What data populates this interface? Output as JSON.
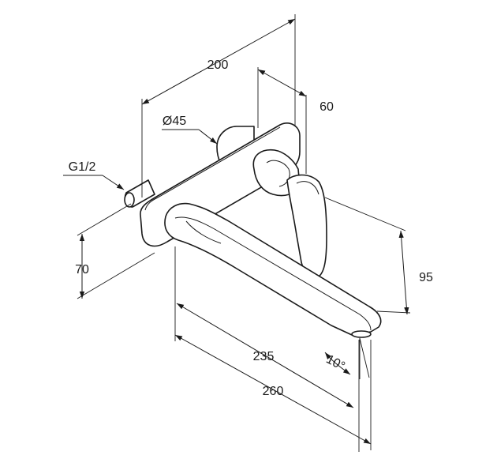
{
  "dimensions": {
    "width_overall": "200",
    "depth_plate": "60",
    "diameter": "Ø45",
    "thread": "G1/2",
    "height_left": "70",
    "height_right": "95",
    "spout_reach": "235",
    "total_reach": "260",
    "spout_angle": "10°"
  },
  "colors": {
    "line": "#1a1a1a",
    "background": "#ffffff"
  }
}
